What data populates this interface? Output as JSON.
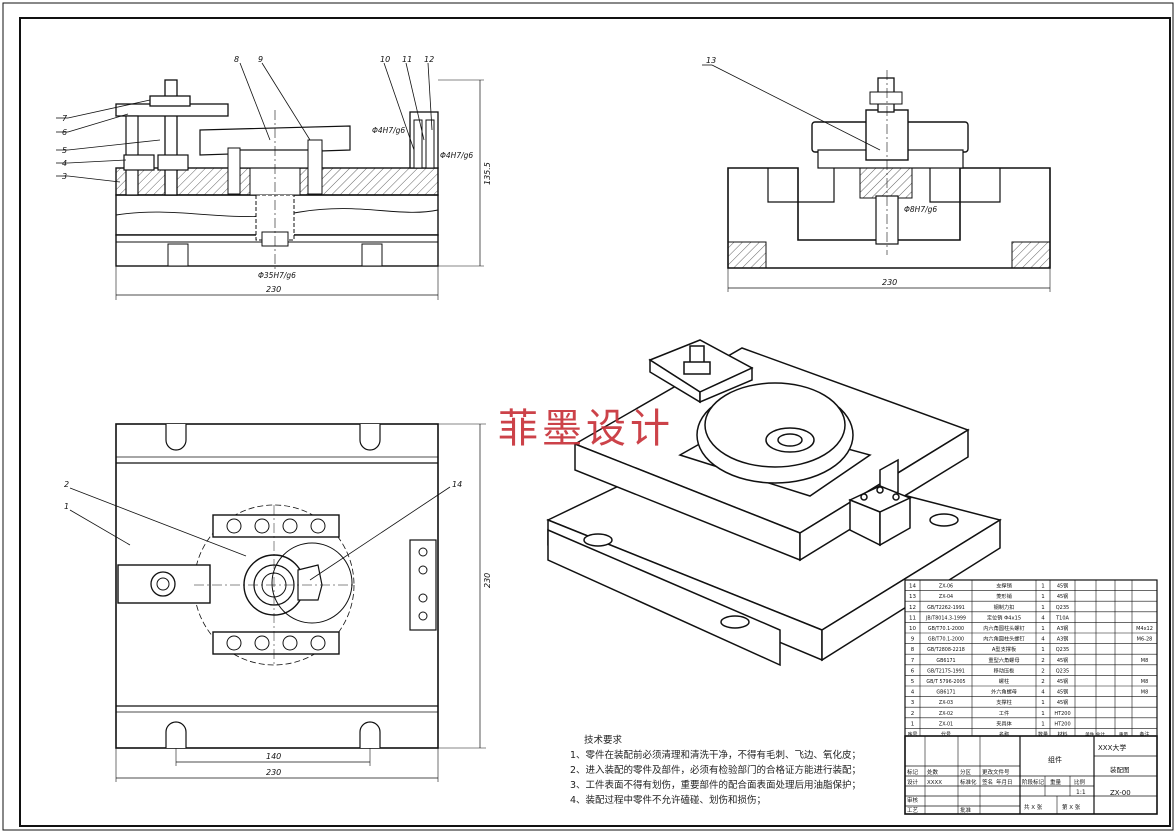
{
  "watermark": "菲墨设计",
  "front_view": {
    "part_numbers": [
      "7",
      "6",
      "5",
      "4",
      "3"
    ],
    "top_balloons": [
      "8",
      "9",
      "10",
      "11",
      "12"
    ],
    "fits": [
      "Φ4H7/g6",
      "Φ4H7/g6",
      "Φ35H7/g6"
    ],
    "height_dim": "135.5",
    "width_dim": "230"
  },
  "side_view": {
    "balloon": "13",
    "fit": "Φ8H7/g6",
    "width_dim": "230"
  },
  "top_view": {
    "balloons": [
      "2",
      "1",
      "14"
    ],
    "dim_inner": "140",
    "dim_outer": "230",
    "dim_height": "230"
  },
  "tech_req": {
    "title": "技术要求",
    "items": [
      "1、零件在装配前必须清理和清洗干净，不得有毛刺、飞边、氧化皮；",
      "2、进入装配的零件及部件，必须有检验部门的合格证方能进行装配；",
      "3、工件表面不得有划伤，重要部件的配合面表面处理后用油脂保护；",
      "4、装配过程中零件不允许磕碰、划伤和损伤；"
    ]
  },
  "bom": {
    "rows": [
      {
        "no": "14",
        "code": "ZX-06",
        "name": "支撑销",
        "qty": "1",
        "mat": "45钢",
        "note": ""
      },
      {
        "no": "13",
        "code": "ZX-04",
        "name": "菱形销",
        "qty": "1",
        "mat": "45钢",
        "note": ""
      },
      {
        "no": "12",
        "code": "GB/T2262-1991",
        "name": "钢制力扣",
        "qty": "1",
        "mat": "Q235",
        "note": ""
      },
      {
        "no": "11",
        "code": "JB/T8014.3-1999",
        "name": "定位销 Φ4x15",
        "qty": "4",
        "mat": "T10A",
        "note": ""
      },
      {
        "no": "10",
        "code": "GB/T70.1-2000",
        "name": "内六角圆柱头螺钉",
        "qty": "1",
        "mat": "A3钢",
        "note": "M4x12"
      },
      {
        "no": "9",
        "code": "GB/T70.1-2000",
        "name": "内六角圆柱头螺钉",
        "qty": "4",
        "mat": "A3钢",
        "note": "M6-28"
      },
      {
        "no": "8",
        "code": "GB/T2808-2218",
        "name": "A型支撑板",
        "qty": "1",
        "mat": "Q235",
        "note": ""
      },
      {
        "no": "7",
        "code": "GB6171",
        "name": "重型六角螺母",
        "qty": "2",
        "mat": "45钢",
        "note": "M8"
      },
      {
        "no": "6",
        "code": "GB/T2175-1991",
        "name": "移动压板",
        "qty": "2",
        "mat": "Q235",
        "note": ""
      },
      {
        "no": "5",
        "code": "GB/T 5796-2005",
        "name": "螺柱",
        "qty": "2",
        "mat": "45钢",
        "note": "M8"
      },
      {
        "no": "4",
        "code": "GB6171",
        "name": "外六角螺母",
        "qty": "4",
        "mat": "45钢",
        "note": "M8"
      },
      {
        "no": "3",
        "code": "ZX-03",
        "name": "支撑柱",
        "qty": "1",
        "mat": "45钢",
        "note": ""
      },
      {
        "no": "2",
        "code": "ZX-02",
        "name": "工件",
        "qty": "1",
        "mat": "HT200",
        "note": ""
      },
      {
        "no": "1",
        "code": "ZX-01",
        "name": "夹具体",
        "qty": "1",
        "mat": "HT200",
        "note": ""
      }
    ],
    "header": {
      "no": "序号",
      "code": "代号",
      "name": "名称",
      "qty": "数量",
      "mat": "材料",
      "unit_total": "单件 总计",
      "weight": "重量",
      "note": "备注"
    }
  },
  "title_block": {
    "school": "XXX大学",
    "assembly": "组件",
    "drawing": "装配图",
    "number": "ZX-00",
    "scale": "1:1",
    "stage_label": "阶段标记",
    "weight_label": "重量",
    "scale_label": "比例",
    "design": "设计",
    "review": "审核",
    "process": "工艺",
    "approve": "批准",
    "sheets": "共 X 张",
    "sheet_no": "第 X 张",
    "std": "标准化",
    "sign": "签名",
    "date": "年月日",
    "mark": "标记",
    "count": "处数",
    "zone": "分区",
    "change": "更改文件号",
    "designer": "XXXX",
    "std_label": "标准化"
  }
}
